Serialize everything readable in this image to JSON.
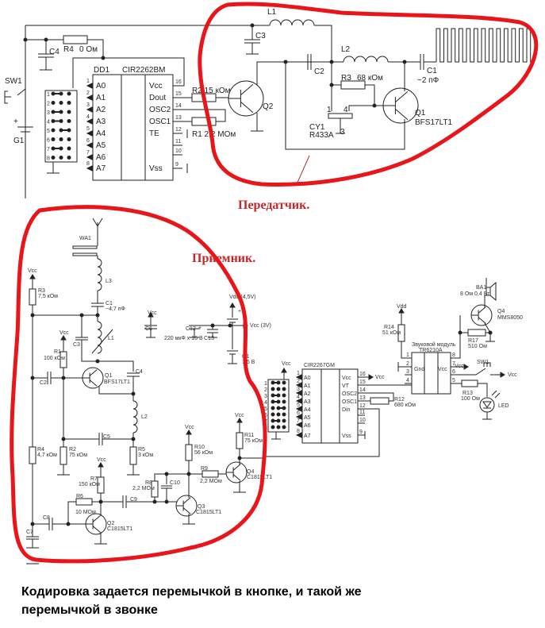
{
  "colors": {
    "outline": "#e8161b",
    "heading": "#c0282a",
    "wire": "#222222"
  },
  "transmitter": {
    "title": "Передатчик.",
    "sw": "SW1",
    "battery": "G1",
    "battery_plus": "+",
    "c4": "C4",
    "r4": "R4",
    "r4_val": "0 Ом",
    "ic_ref": "DD1",
    "ic_name": "CIR2262BM",
    "left_pins": [
      "A0",
      "A1",
      "A2",
      "A3",
      "A4",
      "A5",
      "A6",
      "A7"
    ],
    "left_nums": [
      "1",
      "2",
      "3",
      "4",
      "5",
      "6",
      "7",
      "8"
    ],
    "right_pins": [
      "Vcc",
      "Dout",
      "OSC2",
      "OSC1",
      "TE",
      "",
      "",
      "Vss"
    ],
    "right_nums": [
      "16",
      "15",
      "14",
      "13",
      "12",
      "11",
      "10",
      "9"
    ],
    "jumper_rows": [
      "1",
      "2",
      "3",
      "4",
      "5",
      "6",
      "7",
      "8"
    ],
    "r2": "R2 15 кОм",
    "r1": "R1 2,2 МОм",
    "q2": "Q2",
    "c3": "C3",
    "l1": "L1",
    "l2": "L2",
    "c2": "C2",
    "r3": "R3",
    "r3_val": "68 кОм",
    "c1": "C1",
    "c1_val": "~2 пФ",
    "q1": "Q1",
    "q1_type": "BFS17LT1",
    "cy1": "CY1",
    "cy1_type": "R433A",
    "cy_pin1": "1",
    "cy_pin4": "4",
    "cy_pin3": "3"
  },
  "receiver": {
    "title": "Приемник.",
    "wa1": "WA1",
    "l3": "L3",
    "c1": "C1",
    "c1_val": "~4,7 пФ",
    "r3": "R3",
    "r3_val": "7,5 кОм",
    "vcc": "Vcc",
    "l1": "L1",
    "c3": "C3",
    "r1": "R1",
    "r1_val": "100 кОм",
    "q1": "Q1",
    "q1_type": "BFS17LT1",
    "c2": "C2",
    "c4": "C4",
    "l2": "L2",
    "c5": "C5",
    "r4": "R4",
    "r4_val": "4,7 кОм",
    "r2": "R2",
    "r2_val": "75 кОм",
    "r5": "R5",
    "r5_val": "3 кОм",
    "r7": "R7",
    "r7_val": "150 кОм",
    "r6": "R6",
    "r6_val": "10 МОм",
    "c8": "C8",
    "c7": "C7",
    "q2": "Q2",
    "q2_type": "C1815LT1",
    "c9": "C9",
    "r8": "R8",
    "r8_val": "2,2 МОм",
    "c10": "C10",
    "q3": "Q3",
    "q3_type": "C1815LT1",
    "r10": "R10",
    "r10_val": "56 кОм",
    "r9": "R9",
    "r9_val": "2,2 МОм",
    "r11": "R11",
    "r11_val": "75 кОм",
    "q4": "Q4",
    "q4_type": "C1815LT1",
    "vdd": "Vdd (4,5V)",
    "vcc3": "Vcc (3V)",
    "c6": "C6",
    "c12": "C12",
    "c13": "C13",
    "c12_val": "220 мкФ x 16 В",
    "g1": "G1",
    "g1_val": "1,5 В",
    "plus": "+",
    "ic_name": "CIR2267GM",
    "left_pins": [
      "A0",
      "A1",
      "A2",
      "A3",
      "A4",
      "A5",
      "A6",
      "A7"
    ],
    "left_nums": [
      "1",
      "2",
      "3",
      "4",
      "5",
      "6",
      "7",
      "8"
    ],
    "right_pins": [
      "Vcc",
      "VT",
      "OSC2",
      "OSC1",
      "Din",
      "",
      "",
      "Vss"
    ],
    "right_nums": [
      "16",
      "15",
      "14",
      "13",
      "12",
      "11",
      "10",
      "9"
    ],
    "jumper_rows": [
      "1",
      "2",
      "3",
      "4",
      "5",
      "6",
      "7",
      "8"
    ],
    "r12": "R12",
    "r12_val": "680 кОм",
    "r14": "R14",
    "r14_val": "51 кОм",
    "vdd2": "Vdd",
    "module_title": "Звуковой модуль",
    "module_name": "TR6210A",
    "module_gnd": "Gnd",
    "module_vcc": "Vcc",
    "module_left_nums": [
      "1",
      "2",
      "3",
      "4"
    ],
    "module_right_nums": [
      "8",
      "7",
      "6",
      "5"
    ],
    "ba1": "BA1",
    "ba1_val": "8 Ом 0,4 Вт",
    "q4b": "Q4",
    "q4b_type": "MMS8050",
    "r17": "R17",
    "r17_val": "510 Ом",
    "sw1": "SW1",
    "r13": "R13",
    "r13_val": "100 Ом",
    "led": "LED"
  },
  "caption": {
    "line1": "Кодировка задается перемычкой в кнопке, и такой же",
    "line2": "перемычкой в звонке"
  }
}
